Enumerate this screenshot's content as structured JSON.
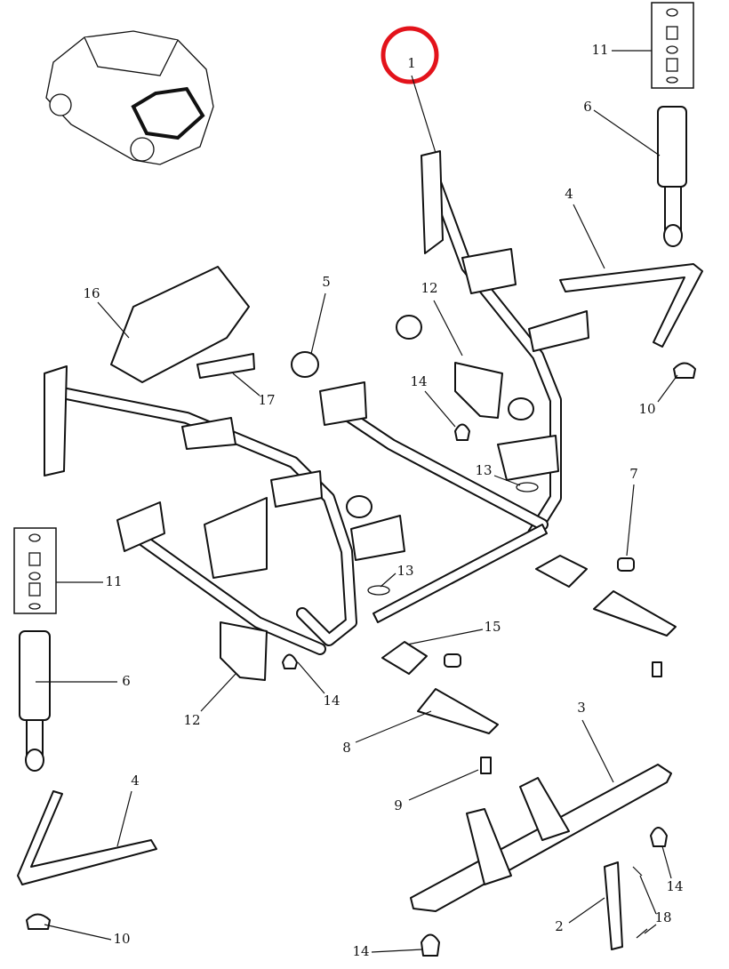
{
  "diagram": {
    "highlight_color": "#e3131b",
    "highlighted_part": "1",
    "callouts": {
      "c1": "1",
      "c2": "2",
      "c3": "3",
      "c4a": "4",
      "c4b": "4",
      "c5": "5",
      "c6a": "6",
      "c6b": "6",
      "c7": "7",
      "c8": "8",
      "c9": "9",
      "c10a": "10",
      "c10b": "10",
      "c11a": "11",
      "c11b": "11",
      "c12a": "12",
      "c12b": "12",
      "c13a": "13",
      "c13b": "13",
      "c14a": "14",
      "c14b": "14",
      "c14c": "14",
      "c14d": "14",
      "c15": "15",
      "c16": "16",
      "c17": "17",
      "c18": "18"
    }
  }
}
